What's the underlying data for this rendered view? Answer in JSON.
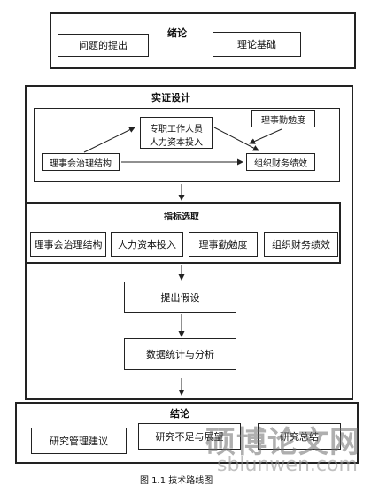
{
  "intro": {
    "title": "绪论",
    "items": [
      "问题的提出",
      "理论基础"
    ]
  },
  "empirical": {
    "title": "实证设计",
    "node_staff": [
      "专职工作人员",
      "人力资本投入"
    ],
    "node_diligence": "理事勤勉度",
    "node_governance": "理事会治理结构",
    "node_performance": "组织财务绩效"
  },
  "indicators": {
    "title": "指标选取",
    "items": [
      "理事会治理结构",
      "人力资本投入",
      "理事勤勉度",
      "组织财务绩效"
    ]
  },
  "hypothesis": "提出假设",
  "analysis": "数据统计与分析",
  "conclusion": {
    "title": "结论",
    "items": [
      "研究管理建议",
      "研究不足与展望",
      "研究总结"
    ]
  },
  "caption": "图 1.1 技术路线图",
  "watermark": {
    "text": "硕博论文网",
    "url": "sblunwen.com"
  }
}
